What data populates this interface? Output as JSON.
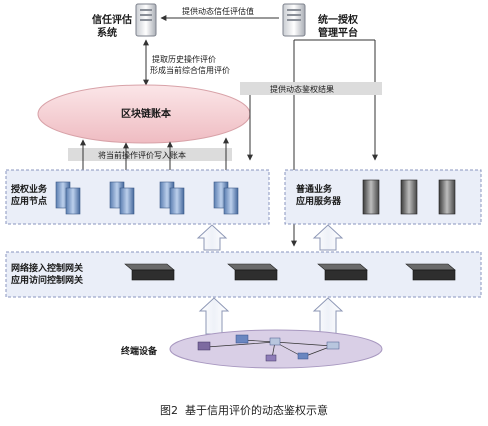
{
  "nodes": {
    "trust_system": [
      "信任评估",
      "系统"
    ],
    "auth_platform": [
      "统一授权",
      "管理平台"
    ],
    "blockchain": "区块链账本",
    "auth_nodes": [
      "授权业务",
      "应用节点"
    ],
    "app_servers": [
      "普通业务",
      "应用服务器"
    ],
    "gateway": [
      "网络接入控制网关",
      "应用访问控制网关"
    ],
    "terminals": "终端设备"
  },
  "arrows": {
    "provide_trust_value": "提供动态信任评估值",
    "fetch_history": [
      "提取历史操作评价",
      "形成当前综合信用评价"
    ],
    "provide_auth_result": "提供动态鉴权结果",
    "write_ledger": "将当前操作评价写入账本"
  },
  "caption": {
    "fig_no": "图2",
    "title": "基于信用评价的动态鉴权示意"
  },
  "colors": {
    "zone_fill": "#eaeef8",
    "zone_border": "#8a96bf",
    "ellipse_fill": "#f6d3d6",
    "label_bar": "#dcdcdc",
    "terminal_ellipse": "#d9cfe6"
  }
}
